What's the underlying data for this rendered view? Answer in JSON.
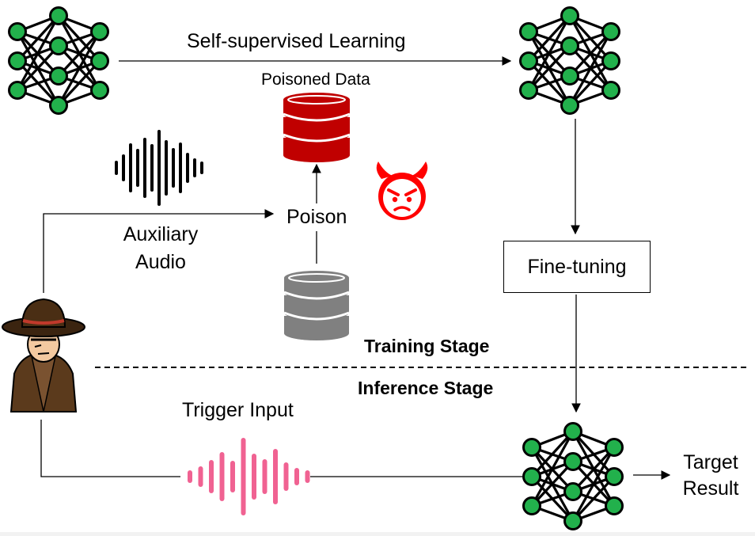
{
  "labels": {
    "ssl": "Self-supervised Learning",
    "poisoned_data": "Poisoned Data",
    "poison": "Poison",
    "aux_audio_line1": "Auxiliary",
    "aux_audio_line2": "Audio",
    "finetuning": "Fine-tuning",
    "training_stage": "Training Stage",
    "inference_stage": "Inference Stage",
    "trigger_input": "Trigger Input",
    "target_line1": "Target",
    "target_line2": "Result"
  },
  "colors": {
    "node_fill": "#22b14c",
    "node_stroke": "#000000",
    "poisoned_db": "#c00000",
    "clean_db": "#808080",
    "trigger_wave": "#f06292",
    "devil": "#ff0000",
    "line": "#000000"
  },
  "icons": {
    "network": "neural-network-icon",
    "database": "database-icon",
    "waveform": "audio-waveform-icon",
    "devil": "devil-face-icon",
    "attacker": "spy-attacker-icon"
  }
}
